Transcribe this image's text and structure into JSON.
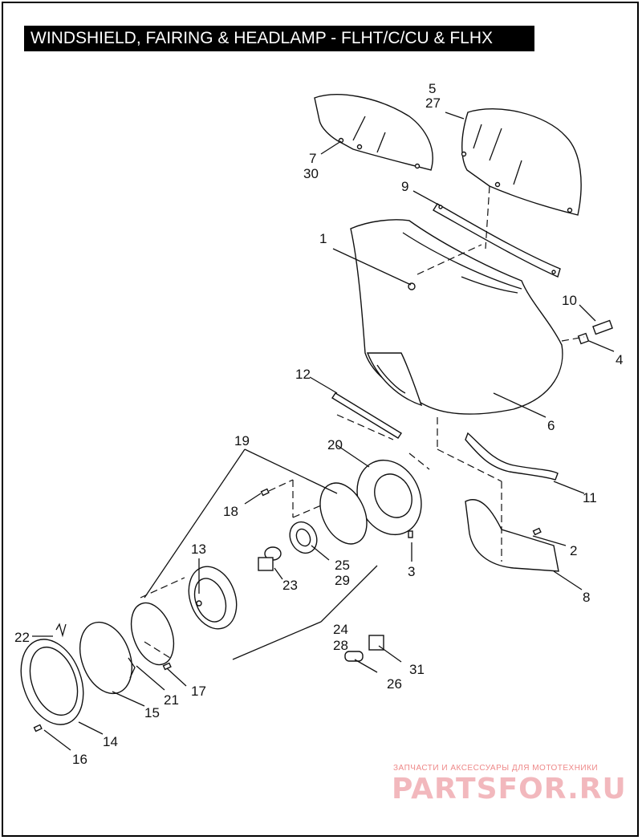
{
  "title": "WINDSHIELD, FAIRING & HEADLAMP - FLHT/C/CU & FLHX",
  "callouts": {
    "c1": "1",
    "c2": "2",
    "c3": "3",
    "c4": "4",
    "c5": "5",
    "c6": "6",
    "c7": "7",
    "c8": "8",
    "c9": "9",
    "c10": "10",
    "c11": "11",
    "c12": "12",
    "c13": "13",
    "c14": "14",
    "c15": "15",
    "c16": "16",
    "c17": "17",
    "c18": "18",
    "c19": "19",
    "c20": "20",
    "c21": "21",
    "c22": "22",
    "c23": "23",
    "c24": "24",
    "c25": "25",
    "c26": "26",
    "c27": "27",
    "c28": "28",
    "c29": "29",
    "c30": "30",
    "c31": "31"
  },
  "watermark": {
    "tagline": "ЗАПЧАСТИ И АКСЕССУАРЫ ДЛЯ МОТОТЕХНИКИ",
    "logo": "PARTSFOR.RU"
  }
}
